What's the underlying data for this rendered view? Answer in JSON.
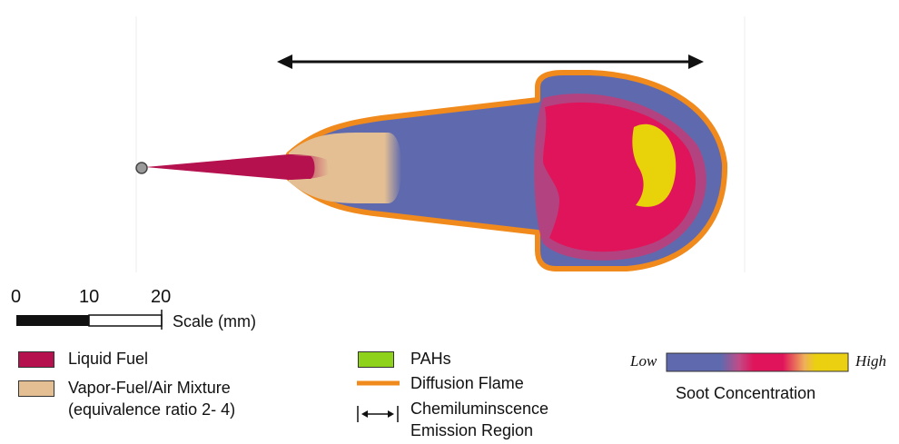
{
  "scale": {
    "ticks": [
      "0",
      "10",
      "20"
    ],
    "label": "Scale (mm)"
  },
  "legend": {
    "liquid_fuel": {
      "label": "Liquid Fuel",
      "color": "#b5114f"
    },
    "vapor_fuel": {
      "label_line1": "Vapor-Fuel/Air Mixture",
      "label_line2": "(equivalence ratio 2- 4)",
      "color": "#e3bf93"
    },
    "pahs": {
      "label": "PAHs",
      "color": "#8fd21c"
    },
    "diffusion_flame": {
      "label": "Diffusion Flame",
      "color": "#f08a1c"
    },
    "chemiluminescence": {
      "label_line1": "Chemiluminscence",
      "label_line2": "Emission Region"
    }
  },
  "soot_bar": {
    "low": "Low",
    "high": "High",
    "caption": "Soot Concentration",
    "colors": [
      "#5f6aae",
      "#e0145a",
      "#ead010"
    ]
  },
  "flame_colors": {
    "jet": "#b5114f",
    "vapor": "#e3bf93",
    "soot_low": "#5f6aae",
    "soot_mid": "#e0145a",
    "soot_high": "#e8d20a",
    "flame": "#f08a1c"
  }
}
